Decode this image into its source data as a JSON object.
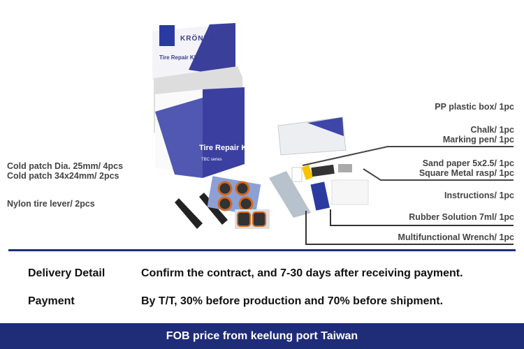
{
  "product": {
    "brand": "KRÖNYO",
    "name": "Tire Repair Kit",
    "series": "TBC series"
  },
  "labels": {
    "pp_box": "PP plastic box/ 1pc",
    "chalk": "Chalk/ 1pc",
    "marking_pen": "Marking pen/ 1pc",
    "sand_paper": "Sand paper 5x2.5/ 1pc",
    "metal_rasp": "Square Metal rasp/ 1pc",
    "instructions": "Instructions/ 1pc",
    "rubber_solution": "Rubber Solution 7ml/ 1pc",
    "wrench": "Multifunctional Wrench/ 1pc",
    "cold_patch_round": "Cold patch Dia. 25mm/ 4pcs",
    "cold_patch_rect": "Cold patch 34x24mm/ 2pcs",
    "tire_lever": "Nylon tire lever/ 2pcs"
  },
  "details": [
    {
      "label": "Delivery Detail",
      "value": "Confirm the contract, and 7-30 days after receiving payment."
    },
    {
      "label": "Payment",
      "value": "By T/T, 30% before production and 70% before shipment."
    }
  ],
  "footer": "FOB price from keelung port Taiwan"
}
